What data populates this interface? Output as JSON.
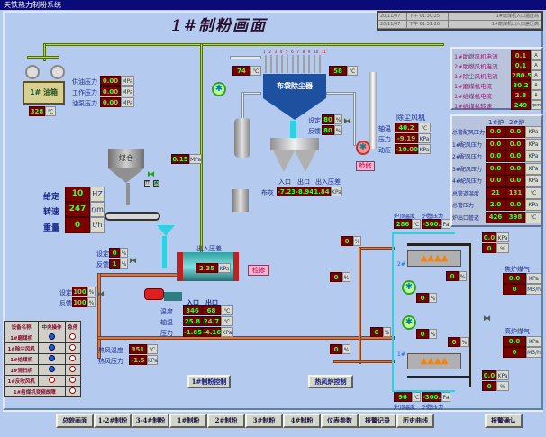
{
  "window": {
    "title": "天铁热力制粉系统"
  },
  "page_title": "1#制粉画面",
  "alarms": [
    {
      "date": "20/11/07",
      "time": "下午 01:30:25",
      "message": "1#磨煤机入口温度高"
    },
    {
      "date": "20/11/07",
      "time": "下午 01:31:26",
      "message": "1#磨煤机出入口差压高"
    }
  ],
  "motor_panel": [
    {
      "label": "1#助燃风机电流",
      "value": "0.1",
      "unit": "A"
    },
    {
      "label": "2#助燃风机电流",
      "value": "0.1",
      "unit": "A"
    },
    {
      "label": "1#除尘风机电流",
      "value": "280.5",
      "unit": "A"
    },
    {
      "label": "1#磨煤机电流",
      "value": "30.2",
      "unit": "A"
    },
    {
      "label": "1#给煤机电流",
      "value": "2.8",
      "unit": "A"
    },
    {
      "label": "1#给煤机转速",
      "value": "249",
      "unit": "rpm"
    }
  ],
  "furnace_panel": {
    "headers": [
      "1#炉",
      "2#炉"
    ],
    "rows": [
      {
        "label": "总管配风压力",
        "v1": "0.0",
        "v2": "0.0",
        "unit": "KPa"
      },
      {
        "label": "1#配风压力",
        "v1": "0.0",
        "v2": "0.0",
        "unit": "KPa"
      },
      {
        "label": "2#配风压力",
        "v1": "0.0",
        "v2": "0.0",
        "unit": "KPa"
      },
      {
        "label": "3#配风压力",
        "v1": "0.0",
        "v2": "0.0",
        "unit": "KPa"
      },
      {
        "label": "4#配风压力",
        "v1": "0.0",
        "v2": "0.0",
        "unit": "KPa"
      },
      {
        "label": "总管道温度",
        "v1": "21",
        "v2": "131",
        "unit": "℃"
      },
      {
        "label": "总管压力",
        "v1": "2.0",
        "v2": "0.0",
        "unit": "KPa"
      },
      {
        "label": "炉出口管道",
        "v1": "426",
        "v2": "398",
        "unit": "℃"
      }
    ]
  },
  "oil_tank": {
    "label": "1# 油箱",
    "temp": "328",
    "temp_unit": "℃",
    "pressures": [
      {
        "label": "供油压力",
        "value": "0.00",
        "unit": "MPa"
      },
      {
        "label": "工作压力",
        "value": "0.00",
        "unit": "MPa"
      },
      {
        "label": "油泵压力",
        "value": "0.00",
        "unit": "MPa"
      }
    ]
  },
  "line_pressure": {
    "value": "0.15",
    "unit": "MPa"
  },
  "dust_collector": {
    "label": "布袋除尘器",
    "pulse_valves": [
      "1",
      "2",
      "3",
      "4",
      "5",
      "6",
      "7",
      "8",
      "9",
      "10",
      "11"
    ],
    "temp_in": "74",
    "temp_out": "58",
    "temp_unit": "℃",
    "valve_set_label": "设定",
    "valve_set": "80",
    "valve_fb_label": "反馈",
    "valve_fb": "80",
    "pct": "%",
    "headers": [
      "入口",
      "出口",
      "出入压差"
    ],
    "row_label": "布灰",
    "inlet": "-7.23",
    "outlet": "-8.94",
    "diff": "1.84",
    "unit": "KPa"
  },
  "dust_fan": {
    "title": "除尘风机",
    "service": "检修",
    "rows": [
      {
        "label": "轴温",
        "value": "40.2",
        "unit": "℃"
      },
      {
        "label": "压力",
        "value": "-9.19",
        "unit": "KPa"
      },
      {
        "label": "动压",
        "value": "-10.00",
        "unit": "KPa"
      }
    ]
  },
  "coal_bin": {
    "label": "煤仓",
    "open": "开",
    "close": "关"
  },
  "feeder": [
    {
      "label": "给定",
      "value": "10",
      "unit": "HZ"
    },
    {
      "label": "转速",
      "value": "247",
      "unit": "r/m"
    },
    {
      "label": "重量",
      "value": "0",
      "unit": "t/h"
    }
  ],
  "mill": {
    "diff_label": "出入压差",
    "diff": "2.35",
    "diff_unit": "KPa",
    "service": "检修",
    "headers": [
      "入口",
      "出口"
    ],
    "rows": [
      {
        "label": "温度",
        "in": "346",
        "out": "68",
        "unit": "℃"
      },
      {
        "label": "轴温",
        "in": "25.8",
        "out": "24.7",
        "unit": "℃"
      },
      {
        "label": "压力",
        "in": "-1.85",
        "out": "-4.16",
        "unit": "KPa"
      }
    ]
  },
  "valve_a": {
    "set_label": "设定",
    "set": "0",
    "fb_label": "反馈",
    "fb": "1",
    "unit": "%"
  },
  "valve_b": {
    "set_label": "设定",
    "set": "100",
    "fb_label": "反馈",
    "fb": "100",
    "unit": "%"
  },
  "hot_air": [
    {
      "label": "热风温度",
      "value": "351",
      "unit": "℃"
    },
    {
      "label": "热风压力",
      "value": "-1.5",
      "unit": "KPa"
    }
  ],
  "equipment": {
    "headers": [
      "设备名称",
      "中央操作",
      "急停"
    ],
    "rows": [
      {
        "name": "1#磨煤机",
        "central": true
      },
      {
        "name": "1#除尘风机",
        "central": true
      },
      {
        "name": "1#给煤机",
        "central": true
      },
      {
        "name": "1#清扫机",
        "central": true
      },
      {
        "name": "1#反吹风机",
        "central": false
      },
      {
        "name": "1#给煤机变频故障",
        "central": null
      }
    ]
  },
  "controls": {
    "mill_ctrl": "1#制粉控制",
    "stove_ctrl": "热风炉控制"
  },
  "stove": {
    "top_temp_label": "炉顶温度",
    "top_press_label": "炉膛压力",
    "top_temp": "286",
    "top_press": "-300.0",
    "bot_temp": "96",
    "bot_press": "-300.0",
    "t_unit": "℃",
    "p_unit": "Pa",
    "burner2": "2#",
    "burner1": "1#",
    "valves": [
      "0",
      "0",
      "0",
      "0",
      "0",
      "0",
      "0",
      "0",
      "0"
    ],
    "pct": "%",
    "top_right": {
      "kpa": "0.0",
      "pct": "0"
    },
    "bot_right": {
      "kpa": "0.0",
      "pct": "0"
    },
    "coke_gas": {
      "label": "焦炉煤气",
      "kpa": "0.0",
      "flow": "0",
      "kpa_unit": "KPa",
      "flow_unit": "M3/h"
    },
    "blast_gas": {
      "label": "高炉煤气",
      "kpa": "0.0",
      "flow": "0",
      "kpa_unit": "KPa",
      "flow_unit": "M3/h"
    }
  },
  "nav": [
    "总貌画面",
    "1-2#制粉",
    "3-4#制粉",
    "1#制粉",
    "2#制粉",
    "3#制粉",
    "4#制粉",
    "仪表参数",
    "报警记录",
    "历史曲线"
  ],
  "ack": "报警确认",
  "colors": {
    "value_bg": "#7a0000",
    "value_text": "#3cff3c",
    "background": "#b4cbef",
    "titlebar": "#0a0a78"
  }
}
